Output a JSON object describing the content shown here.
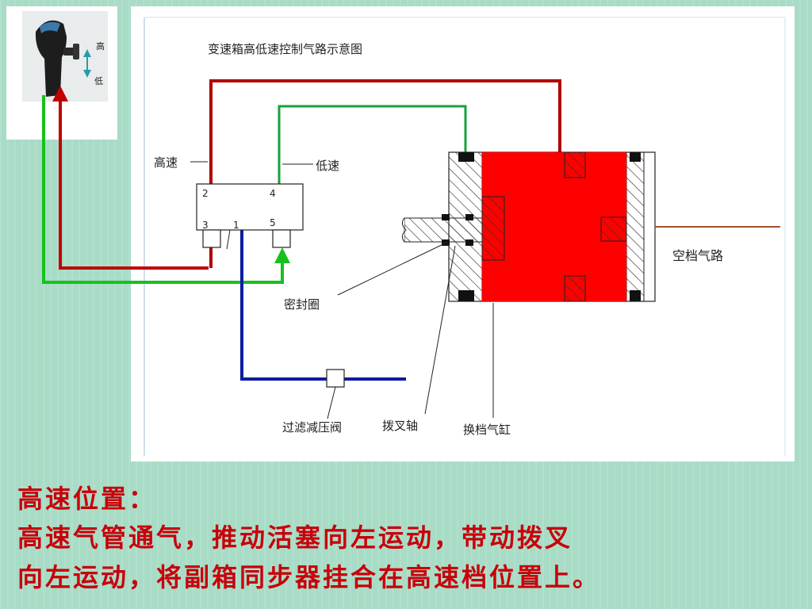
{
  "diagram": {
    "title": "变速箱高低速控制气路示意图",
    "knob_labels": {
      "high": "高",
      "low": "低"
    },
    "valve_ports": [
      "2",
      "4",
      "3",
      "1",
      "5"
    ],
    "labels": {
      "high_speed": "高速",
      "low_speed": "低速",
      "neutral_air": "空档气路",
      "seal_ring": "密封圈",
      "filter_valve": "过滤减压阀",
      "fork_shaft": "拨叉轴",
      "shift_cylinder": "换档气缸"
    },
    "colors": {
      "high_line": "#b00000",
      "low_line": "#17a23a",
      "knob_high_line": "#c00000",
      "knob_low_line": "#19c01e",
      "supply_line": "#0a1ca0",
      "piston": "#ff0000",
      "neutral_line": "#a0522d"
    }
  },
  "caption": {
    "line1": "高速位置：",
    "line2": "高速气管通气，推动活塞向左运动，带动拨叉",
    "line3": "向左运动，将副箱同步器挂合在高速档位置上。"
  }
}
